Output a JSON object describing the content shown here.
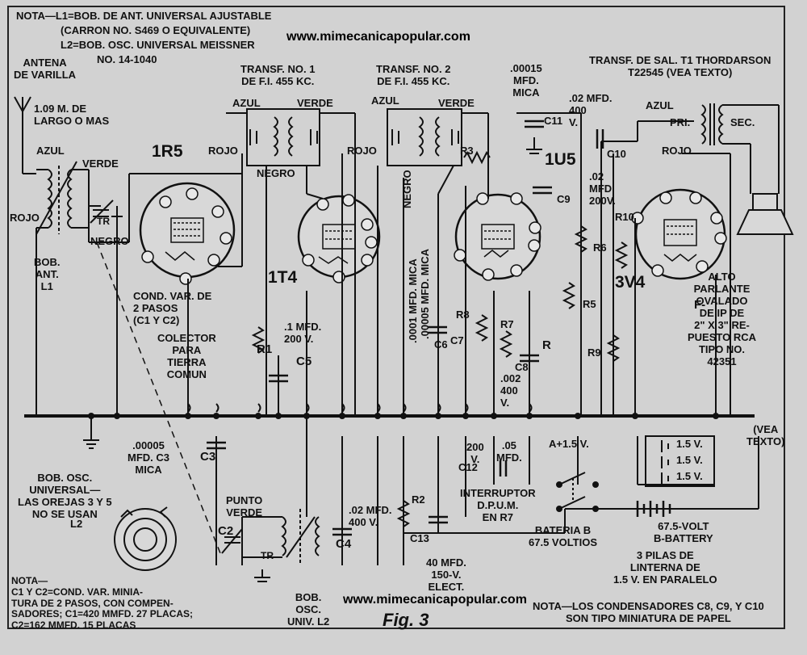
{
  "watermark": {
    "top": "www.mimecanicapopular.com",
    "bottom": "www.mimecanicapopular.com"
  },
  "notes": {
    "top_line1": "NOTA—L1=BOB. DE ANT. UNIVERSAL AJUSTABLE",
    "top_line2": "(CARRON NO. S469 O EQUIVALENTE)",
    "top_line3": "L2=BOB. OSC. UNIVERSAL MEISSNER",
    "top_line4": "NO. 14-1040",
    "bottom_left": "NOTA—\nC1 Y C2=COND. VAR. MINIA-\nTURA DE 2 PASOS, CON COMPEN-\nSADORES; C1=420 MMFD. 27 PLACAS;\nC2=162 MMFD. 15 PLACAS",
    "bottom_right": "NOTA—LOS CONDENSADORES C8, C9, Y C10\nSON TIPO MINIATURA DE PAPEL"
  },
  "figure_label": "Fig. 3",
  "tubes": {
    "t1": "1R5",
    "t2": "1T4",
    "t3": "1U5",
    "t4": "3V4"
  },
  "labels": {
    "antenna": "ANTENA\nDE VARILLA",
    "antenna_len": "1.09 M. DE\nLARGO O MAS",
    "azul1": "AZUL",
    "verde1": "VERDE",
    "rojo1": "ROJO",
    "negro1": "NEGRO",
    "bob_ant": "BOB.\nANT.\nL1",
    "transf1": "TRANSF. NO. 1\nDE F.I. 455 KC.",
    "transf2": "TRANSF. NO. 2\nDE F.I. 455 KC.",
    "azul2": "AZUL",
    "verde2": "VERDE",
    "rojo2": "ROJO",
    "negro2": "NEGRO",
    "azul3": "AZUL",
    "verde3": "VERDE",
    "rojo3": "ROJO",
    "negro3": "NEGRO",
    "c11": ".00015\nMFD.\nMICA",
    "c11_ref": "C11",
    "c10": ".02 MFD.\n400\nV.",
    "c10_ref": "C10",
    "c9": ".02\nMFD.\n200V.",
    "c9_ref": "C9",
    "transf_sal": "TRANSF. DE SAL. T1 THORDARSON\nT22545 (VEA TEXTO)",
    "azul4": "AZUL",
    "rojo4": "ROJO",
    "pri": "PRI.",
    "sec": "SEC.",
    "cond_var": "COND. VAR. DE\n2 PASOS\n(C1 Y C2)",
    "colector": "COLECTOR\nPARA\nTIERRA\nCOMUN",
    "c5": ".1 MFD.\n200 V.",
    "c5_ref": "C5",
    "r1": "R1",
    "mica1": ".0001 MFD. MICA",
    "mica2": ".00005 MFD. MICA",
    "c6": "C6",
    "c7": "C7",
    "r8": "R8",
    "r7": "R7",
    "c8": "C8",
    "r": "R",
    "c8_val": ".002\n400\nV.",
    "r3": "R3",
    "r6": "R6",
    "r5": "R5",
    "r9": "R9",
    "r10": "R10",
    "speaker": "ALTO\nPARLANTE\nOVALADO\nDE IP DE\n2\" X 3\" RE-\nPUESTO RCA\nTIPO NO.\n42351",
    "vea_texto": "(VEA\nTEXTO)",
    "c3": ".00005\nMFD. C3\nMICA",
    "c3_ref": "C3",
    "bob_osc": "BOB. OSC.\nUNIVERSAL—\nLAS OREJAS 3 Y 5\nNO SE USAN",
    "l2": "L2",
    "punto_verde": "PUNTO\nVERDE",
    "c2": "C2",
    "c4": ".02 MFD.\n400 V.",
    "c4_ref": "C4",
    "r2": "R2",
    "c13": "C13",
    "c13_val": "40 MFD.\n150-V.\nELECT.",
    "c12": "200\nV.",
    "c12_ref": "C12",
    "c12_val": ".05\nMFD.",
    "interruptor": "INTERRUPTOR\nD.P.U.M.\nEN R7",
    "a_plus": "A+1.5 V.",
    "bateria_b": "BATERIA B\n67.5 VOLTIOS",
    "b_battery": "67.5-VOLT\nB-BATTERY",
    "pilas": "3 PILAS DE\nLINTERNA DE\n1.5 V. EN PARALELO",
    "cell1": "1.5 V.",
    "cell2": "1.5 V.",
    "cell3": "1.5 V.",
    "bob_osc_univ": "BOB.\nOSC.\nUNIV. L2",
    "f_minus": "F-",
    "tr": "TR"
  }
}
